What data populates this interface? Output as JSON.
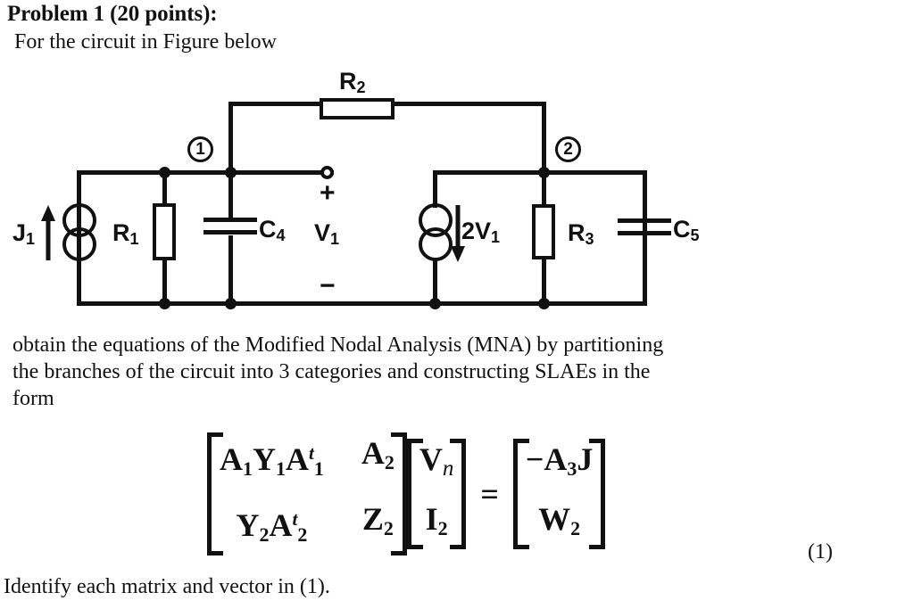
{
  "document": {
    "title": "Problem 1 (20 points):",
    "intro": "For the circuit in Figure below",
    "body_lines": [
      "obtain the equations of the Modified Nodal Analysis (MNA) by partitioning",
      "the branches of the circuit into 3 categories and constructing SLAEs in the",
      "form"
    ],
    "closing": "Identify each matrix and vector in (1).",
    "equation_number": "(1)",
    "ink_color": "#111111",
    "background_color": "#ffffff"
  },
  "circuit": {
    "nodes": [
      {
        "label": "1"
      },
      {
        "label": "2"
      }
    ],
    "components": [
      {
        "name": "J1",
        "base": "J",
        "sub": "1",
        "type": "independent-current-source"
      },
      {
        "name": "R1",
        "base": "R",
        "sub": "1",
        "type": "resistor"
      },
      {
        "name": "R2",
        "base": "R",
        "sub": "2",
        "type": "resistor"
      },
      {
        "name": "R3",
        "base": "R",
        "sub": "3",
        "type": "resistor"
      },
      {
        "name": "C4",
        "base": "C",
        "sub": "4",
        "type": "capacitor"
      },
      {
        "name": "C5",
        "base": "C",
        "sub": "5",
        "type": "capacitor"
      },
      {
        "name": "2V1",
        "base": "2V",
        "sub": "1",
        "type": "voltage-controlled-current-source"
      }
    ],
    "port": {
      "voltage_label_base": "V",
      "voltage_label_sub": "1",
      "plus_sign": "+",
      "minus_sign": "−"
    }
  },
  "equation": {
    "lhs_matrix": {
      "rows": [
        [
          {
            "base": "A",
            "sub": "1",
            "base2": "Y",
            "sub2": "1",
            "base3": "A",
            "sub3": "1",
            "sup3": "t"
          },
          {
            "base": "A",
            "sub": "2"
          }
        ],
        [
          {
            "base": "Y",
            "sub": "2",
            "base2": "A",
            "sub2": "2",
            "sup2": "t"
          },
          {
            "base": "Z",
            "sub": "2"
          }
        ]
      ]
    },
    "unknown_vector": {
      "rows": [
        {
          "base": "V",
          "sub": "n",
          "sub_italic": true
        },
        {
          "base": "I",
          "sub": "2"
        }
      ]
    },
    "operator": "=",
    "rhs_vector": {
      "rows": [
        {
          "prefix": "−",
          "base": "A",
          "sub": "3",
          "base2": "J"
        },
        {
          "base": "W",
          "sub": "2"
        }
      ]
    }
  }
}
